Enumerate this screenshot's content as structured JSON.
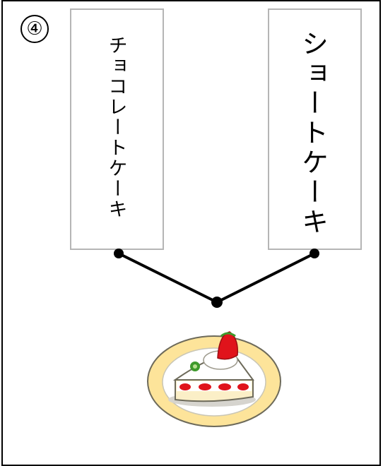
{
  "question_number": "④",
  "choices": [
    {
      "text": "チョコレートケーキ"
    },
    {
      "text": "ショートケーキ"
    }
  ],
  "picture": {
    "icon": "strawberry-shortcake-icon"
  },
  "colors": {
    "card_border": "#b5b5b5",
    "plate_rim": "#fde49a",
    "plate_center": "#ffffff",
    "strawberry": "#e0131b",
    "cream": "#ffffff",
    "sponge": "#fbefc7"
  }
}
